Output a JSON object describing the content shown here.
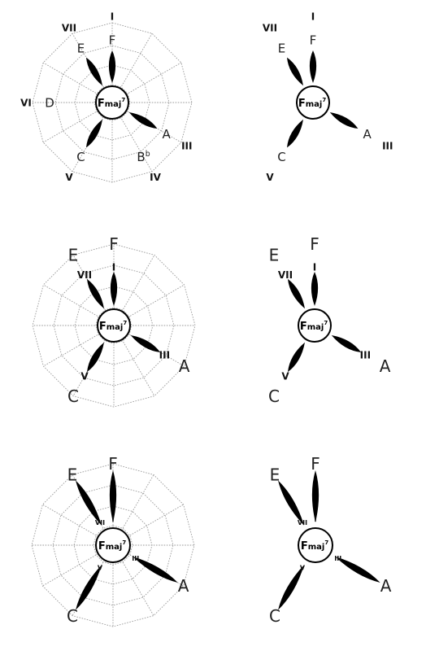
{
  "chord": {
    "root": "F",
    "quality": "maj",
    "extension": "7"
  },
  "panels": [
    {
      "id": "row1-left",
      "grid": true,
      "notes": [
        {
          "note": "F",
          "degree": "I",
          "petal": true
        },
        {
          "note": "A",
          "degree": "III",
          "petal": true
        },
        {
          "note": "B",
          "accidental": "b",
          "degree": "IV",
          "petal": false
        },
        {
          "note": "C",
          "degree": "V",
          "petal": true
        },
        {
          "note": "D",
          "degree": "VI",
          "petal": false
        },
        {
          "note": "E",
          "degree": "VII",
          "petal": true
        }
      ]
    },
    {
      "id": "row1-right",
      "grid": false,
      "notes": [
        {
          "note": "F",
          "degree": "I",
          "petal": true
        },
        {
          "note": "A",
          "degree": "III",
          "petal": true
        },
        {
          "note": "C",
          "degree": "V",
          "petal": true
        },
        {
          "note": "E",
          "degree": "VII",
          "petal": true
        }
      ]
    },
    {
      "id": "row2-left",
      "grid": true,
      "notes": [
        {
          "note": "F",
          "degree": "I",
          "petal": true
        },
        {
          "note": "A",
          "degree": "III",
          "petal": true
        },
        {
          "note": "C",
          "degree": "V",
          "petal": true
        },
        {
          "note": "E",
          "degree": "VII",
          "petal": true
        }
      ]
    },
    {
      "id": "row2-right",
      "grid": false,
      "notes": [
        {
          "note": "F",
          "degree": "I",
          "petal": true
        },
        {
          "note": "A",
          "degree": "III",
          "petal": true
        },
        {
          "note": "C",
          "degree": "V",
          "petal": true
        },
        {
          "note": "E",
          "degree": "VII",
          "petal": true
        }
      ]
    },
    {
      "id": "row3-left",
      "grid": true,
      "notes": [
        {
          "note": "F",
          "degree": "I",
          "petal": true
        },
        {
          "note": "A",
          "degree": "III",
          "petal": true
        },
        {
          "note": "C",
          "degree": "V",
          "petal": true
        },
        {
          "note": "E",
          "degree": "VII",
          "petal": true
        }
      ]
    },
    {
      "id": "row3-right",
      "grid": false,
      "notes": [
        {
          "note": "F",
          "degree": "I",
          "petal": true
        },
        {
          "note": "A",
          "degree": "III",
          "petal": true
        },
        {
          "note": "C",
          "degree": "V",
          "petal": true
        },
        {
          "note": "E",
          "degree": "VII",
          "petal": true
        }
      ]
    }
  ]
}
